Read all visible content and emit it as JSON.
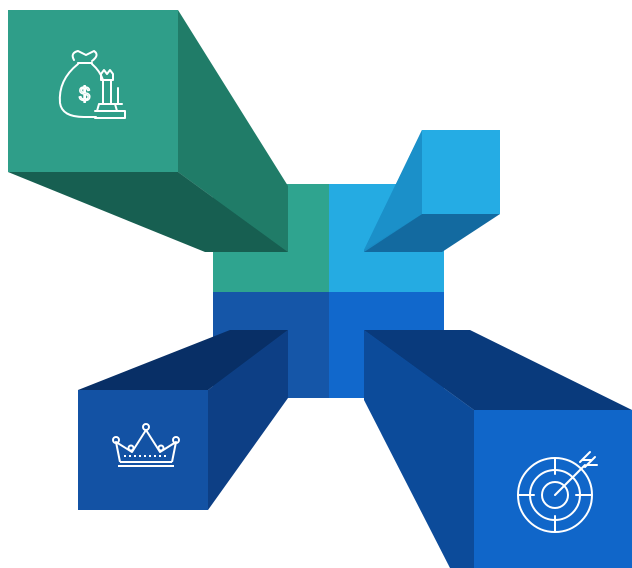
{
  "colors": {
    "teal": "#2e9e8e",
    "teal_dark": "#1f7a66",
    "teal_deep": "#165c4f",
    "teal_face": "#32a991",
    "sky": "#24a9e0",
    "sky_mid": "#1a8bc4",
    "sky_dark": "#136a9e",
    "royal": "#1254a6",
    "royal_dark": "#0c3d80",
    "royal_deep": "#082d63",
    "azure": "#0f66c9",
    "azure_dark": "#0b4f9f",
    "icon_stroke": "#ffffff"
  },
  "blocks": [
    {
      "id": "top-left",
      "icon": "money-bag-chess-icon"
    },
    {
      "id": "top-right",
      "icon": ""
    },
    {
      "id": "bottom-left",
      "icon": "crown-icon"
    },
    {
      "id": "bottom-right",
      "icon": "target-arrow-icon"
    }
  ]
}
